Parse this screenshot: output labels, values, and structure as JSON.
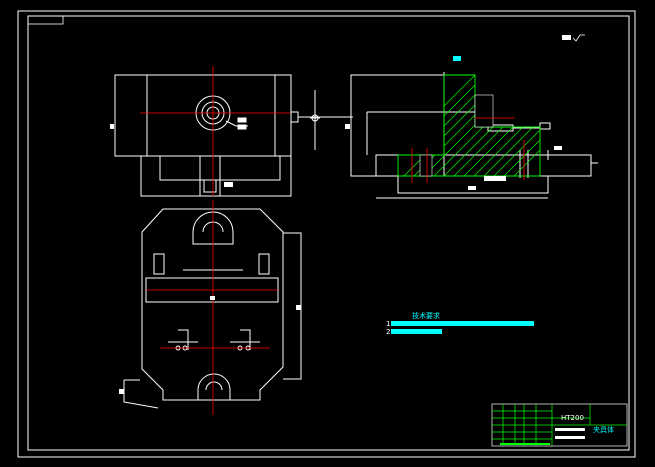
{
  "drawing": {
    "technical_requirements_title": "技术要求",
    "requirement_numbers": [
      "1.",
      "2."
    ],
    "title_block": {
      "material": "HT200",
      "drawing_name": "夹具体"
    }
  },
  "colors": {
    "background": "#000000",
    "outline": "#ffffff",
    "centerline": "#ff0000",
    "text": "#00ffff",
    "hatch": "#00ff00",
    "dimension": "#ffffff",
    "highlight": "#00ffff"
  },
  "icons": {
    "surface-finish": "roughness-symbol",
    "datum": "datum-triangle"
  }
}
